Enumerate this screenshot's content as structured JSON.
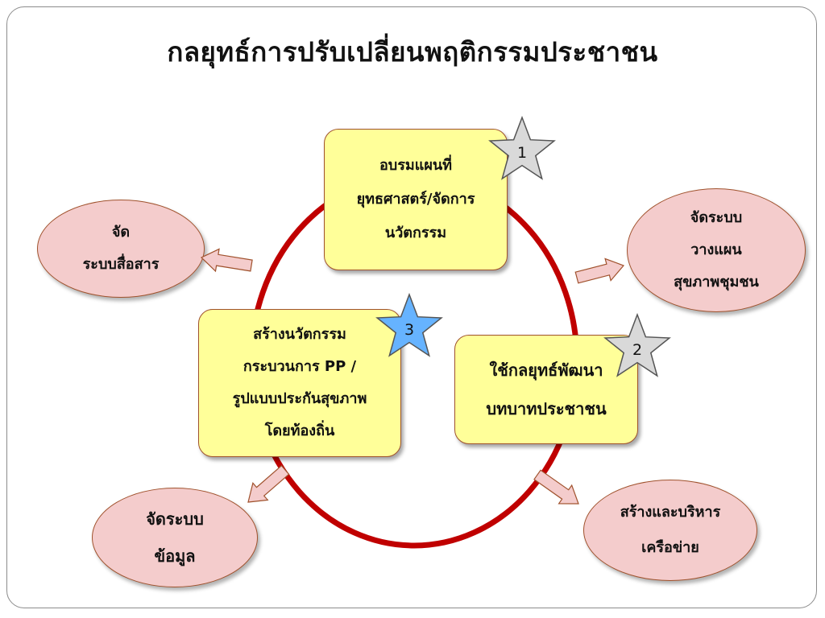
{
  "title": "กลยุทธ์การปรับเปลี่ยนพฤติกรรมประชาชน",
  "colors": {
    "box_fill": "#ffff99",
    "oval_fill": "#f4cccc",
    "ring": "#c00000",
    "arrow_fill": "#f4cccc",
    "star_gray": "#d9d9d9",
    "star_blue": "#66b3ff"
  },
  "boxes": [
    {
      "id": "1",
      "lines": [
        "อบรมแผนที่",
        "ยุทธศาสตร์/จัดการ",
        "นวัตกรรม"
      ]
    },
    {
      "id": "2",
      "lines": [
        "ใช้กลยุทธ์พัฒนา",
        "บทบาทประชาชน"
      ]
    },
    {
      "id": "3",
      "lines": [
        "สร้างนวัตกรรม",
        "กระบวนการ PP /",
        "รูปแบบประกันสุขภาพ",
        "โดยท้องถิ่น"
      ]
    }
  ],
  "ovals": {
    "communication": [
      "จัด",
      "ระบบสื่อสาร"
    ],
    "planning": [
      "จัดระบบ",
      "วางแผน",
      "สุขภาพชุมชน"
    ],
    "data": [
      "จัดระบบ",
      "ข้อมูล"
    ],
    "network": [
      "สร้างและบริหาร",
      "เครือข่าย"
    ]
  },
  "stars": [
    {
      "label": "1",
      "icon": "star-icon",
      "color": "gray"
    },
    {
      "label": "2",
      "icon": "star-icon",
      "color": "gray"
    },
    {
      "label": "3",
      "icon": "star-icon",
      "color": "blue"
    }
  ]
}
